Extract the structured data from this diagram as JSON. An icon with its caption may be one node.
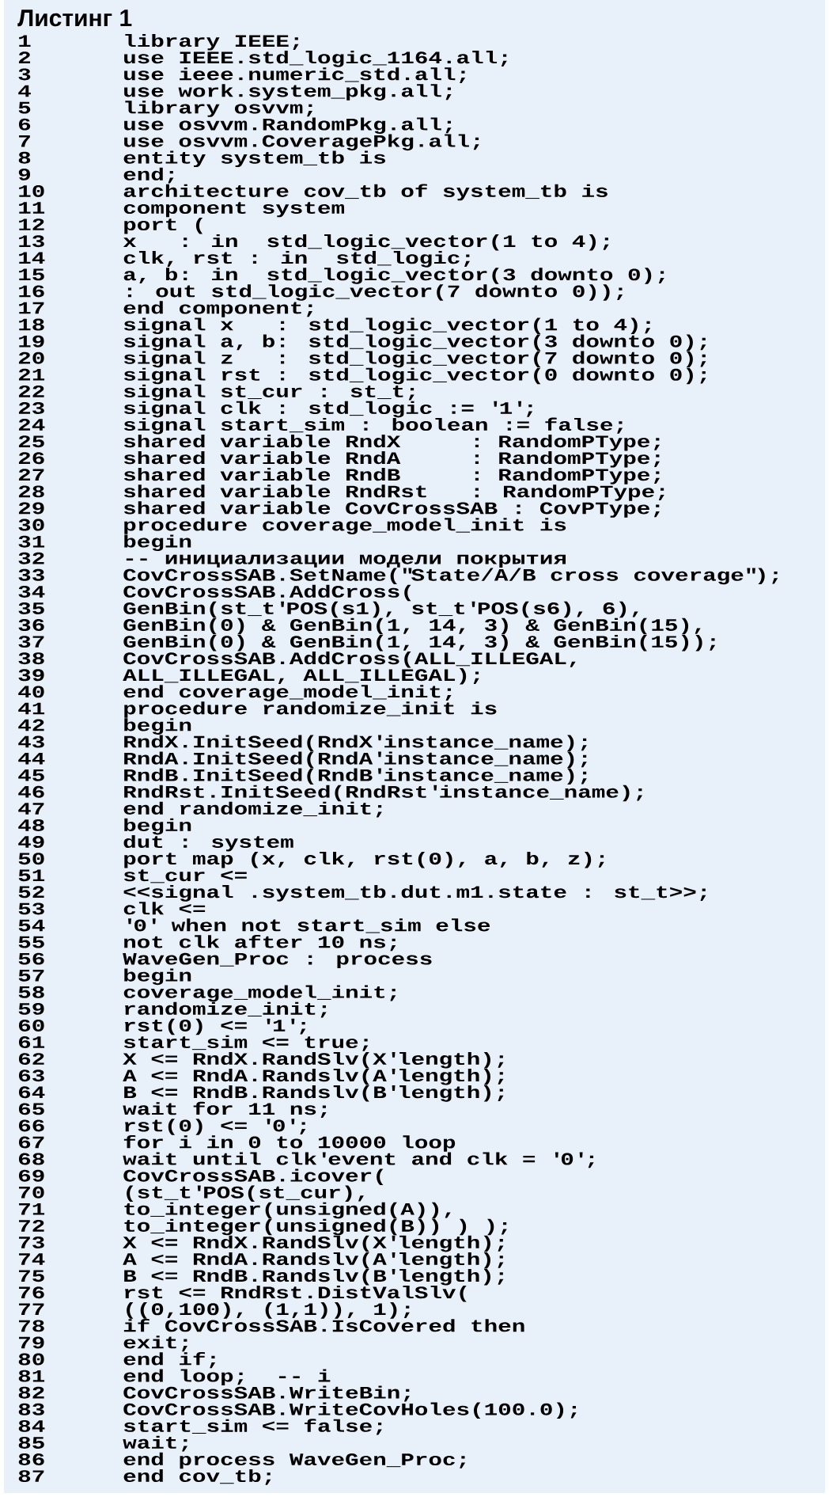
{
  "diagram": {
    "title": "Листинг 1",
    "labels": [
      "1",
      "library IEEE;",
      "2",
      "use IEEE.std_logic_1164.all;",
      "3",
      "use ieee.numeric_std.all;",
      "4",
      "use work.system_pkg.all;",
      "5",
      "library osvvm;",
      "6",
      "use osvvm.RandomPkg.all;",
      "7",
      "use osvvm.CoveragePkg.all;",
      "8",
      "entity system_tb is",
      "9",
      "end;",
      "10",
      "architecture cov_tb of system_tb is",
      "11",
      "component system",
      "12",
      "port (",
      "13",
      "x   : in  std_logic_vector(1 to 4);",
      "14",
      "clk, rst : in  std_logic;",
      "15",
      "a, b: in  std_logic_vector(3 downto 0);",
      "16",
      ": out std_logic_vector(7 downto 0));",
      "17",
      "end component;",
      "18",
      "signal x   : std_logic_vector(1 to 4);",
      "19",
      "signal a, b: std_logic_vector(3 downto 0);",
      "20",
      "signal z   : std_logic_vector(7 downto 0);",
      "21",
      "signal rst : std_logic_vector(0 downto 0);",
      "22",
      "signal st_cur : st_t;",
      "23",
      "signal clk : std_logic := '1';",
      "24",
      "signal start_sim : boolean := false;",
      "25",
      "shared variable RndX     : RandomPType;",
      "26",
      "shared variable RndA     : RandomPType;",
      "27",
      "shared variable RndB     : RandomPType;",
      "28",
      "shared variable RndRst   : RandomPType;",
      "29",
      "shared variable CovCrossSAB : CovPType;",
      "30",
      "procedure coverage_model_init is",
      "31",
      "begin",
      "32",
      "-- инициализации модели покрытия",
      "33",
      "CovCrossSAB.SetName(\"State/A/B cross coverage\");",
      "34",
      "CovCrossSAB.AddCross(",
      "35",
      "GenBin(st_t'POS(s1), st_t'POS(s6), 6),",
      "36",
      "GenBin(0) & GenBin(1, 14, 3) & GenBin(15),",
      "37",
      "GenBin(0) & GenBin(1, 14, 3) & GenBin(15));",
      "38",
      "CovCrossSAB.AddCross(ALL_ILLEGAL,",
      "39",
      "ALL_ILLEGAL, ALL_ILLEGAL);",
      "40",
      "end coverage_model_init;",
      "41",
      "procedure randomize_init is",
      "42",
      "begin",
      "43",
      "RndX.InitSeed(RndX'instance_name);",
      "44",
      "RndA.InitSeed(RndA'instance_name);",
      "45",
      "RndB.InitSeed(RndB'instance_name);",
      "46",
      "RndRst.InitSeed(RndRst'instance_name);",
      "47",
      "end randomize_init;",
      "48",
      "begin",
      "49",
      "dut : system",
      "50",
      "port map (x, clk, rst(0), a, b, z);",
      "51",
      "st_cur <=",
      "52",
      "<<signal .system_tb.dut.m1.state : st_t>>;",
      "53",
      "clk <=",
      "54",
      "'0' when not start_sim else",
      "55",
      "not clk after 10 ns;",
      "56",
      "WaveGen_Proc : process",
      "57",
      "begin",
      "58",
      "coverage_model_init;",
      "59",
      "randomize_init;",
      "60",
      "rst(0) <= '1';",
      "61",
      "start_sim <= true;",
      "62",
      "X <= RndX.RandSlv(X'length);",
      "63",
      "A <= RndA.Randslv(A'length);",
      "64",
      "B <= RndB.Randslv(B'length);",
      "65",
      "wait for 11 ns;",
      "66",
      "rst(0) <= '0';",
      "67",
      "for i in 0 to 10000 loop",
      "68",
      "wait until clk'event and clk = '0';",
      "69",
      "CovCrossSAB.icover(",
      "70",
      "(st_t'POS(st_cur),",
      "71",
      "to_integer(unsigned(A)),",
      "72",
      "to_integer(unsigned(B)) ) );",
      "73",
      "X <= RndX.RandSlv(X'length);",
      "74",
      "A <= RndA.Randslv(A'length);",
      "75",
      "B <= RndB.Randslv(B'length);",
      "76",
      "rst <= RndRst.DistValSlv(",
      "77",
      "((0,100), (1,1)), 1);",
      "78",
      "if CovCrossSAB.IsCovered then",
      "79",
      "exit;",
      "80",
      "end if;",
      "81",
      "end loop;  -- i",
      "82",
      "CovCrossSAB.WriteBin;",
      "83",
      "CovCrossSAB.WriteCovHoles(100.0);",
      "84",
      "start_sim <= false;",
      "85",
      "wait;",
      "86",
      "end process WaveGen_Proc;",
      "87",
      "end cov_tb;"
    ]
  }
}
